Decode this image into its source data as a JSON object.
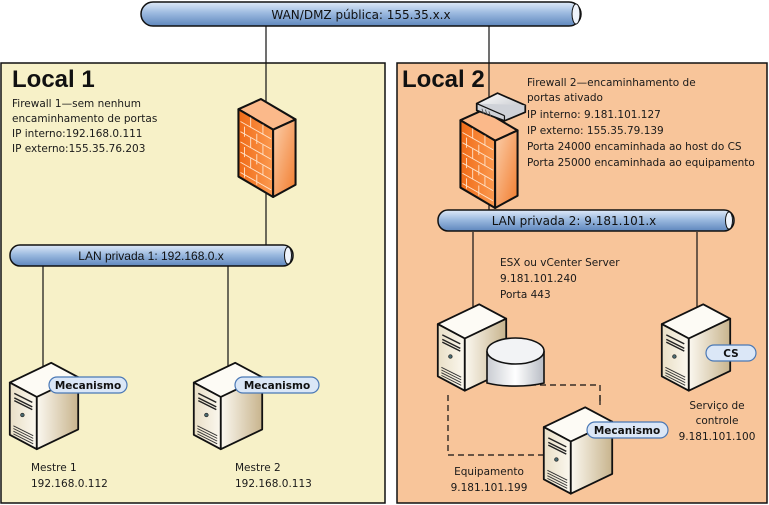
{
  "colors": {
    "site1_bg": "#f7f1c8",
    "site2_bg": "#f8c59a",
    "pipe": "#8fb0d8",
    "firewall": "#f47b26",
    "badge": "#dbe7f7"
  },
  "wan": {
    "label": "WAN/DMZ pública: 155.35.x.x"
  },
  "site1": {
    "title": "Local 1",
    "firewall_lines": [
      "Firewall 1—sem nenhum",
      "encaminhamento de portas",
      "IP interno:192.168.0.111",
      "IP externo:155.35.76.203"
    ],
    "lan_label": "LAN privada 1: 192.168.0.x",
    "servers": [
      {
        "badge": "Mecanismo",
        "name": "Mestre 1",
        "ip": "192.168.0.112"
      },
      {
        "badge": "Mecanismo",
        "name": "Mestre 2",
        "ip": "192.168.0.113"
      }
    ]
  },
  "site2": {
    "title": "Local 2",
    "firewall_lines": [
      "Firewall 2—encaminhamento de",
      "portas ativado",
      "IP interno: 9.181.101.127",
      "IP externo: 155.35.79.139",
      "Porta 24000 encaminhada ao host do CS",
      "Porta 25000 encaminhada ao equipamento"
    ],
    "lan_label": "LAN privada 2: 9.181.101.x",
    "esx_lines": [
      "ESX ou vCenter Server",
      "9.181.101.240",
      "Porta 443"
    ],
    "appliance": {
      "badge": "Mecanismo",
      "lines": [
        "Equipamento",
        "9.181.101.199"
      ]
    },
    "control": {
      "badge": "CS",
      "lines": [
        "Serviço de",
        "controle",
        "9.181.101.100"
      ]
    }
  }
}
